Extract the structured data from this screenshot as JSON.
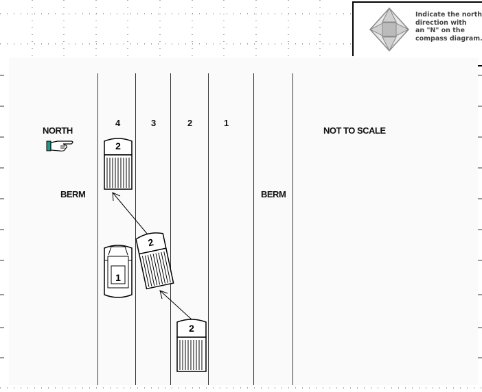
{
  "compass": {
    "instruction": "Indicate the north\ndirection with\nan \"N\" on the\ncompass diagram."
  },
  "diagram": {
    "north_label": "NORTH",
    "scale_note": "NOT TO SCALE",
    "berm_left": "BERM",
    "berm_right": "BERM",
    "lane_numbers": [
      "4",
      "3",
      "2",
      "1"
    ],
    "vehicles": [
      {
        "id": "1",
        "label": "1",
        "state": "stopped"
      },
      {
        "id": "2",
        "label": "2",
        "state": "final-position"
      },
      {
        "id": "2b",
        "label": "2",
        "state": "impact-position"
      },
      {
        "id": "2c",
        "label": "2",
        "state": "initial-position"
      }
    ]
  }
}
